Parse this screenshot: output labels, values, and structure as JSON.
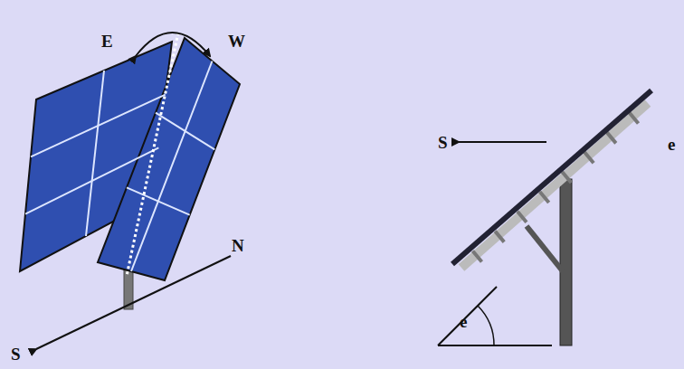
{
  "diagram": {
    "labels": [
      "E",
      "W",
      "N",
      "S",
      "S",
      "e",
      "e"
    ]
  }
}
